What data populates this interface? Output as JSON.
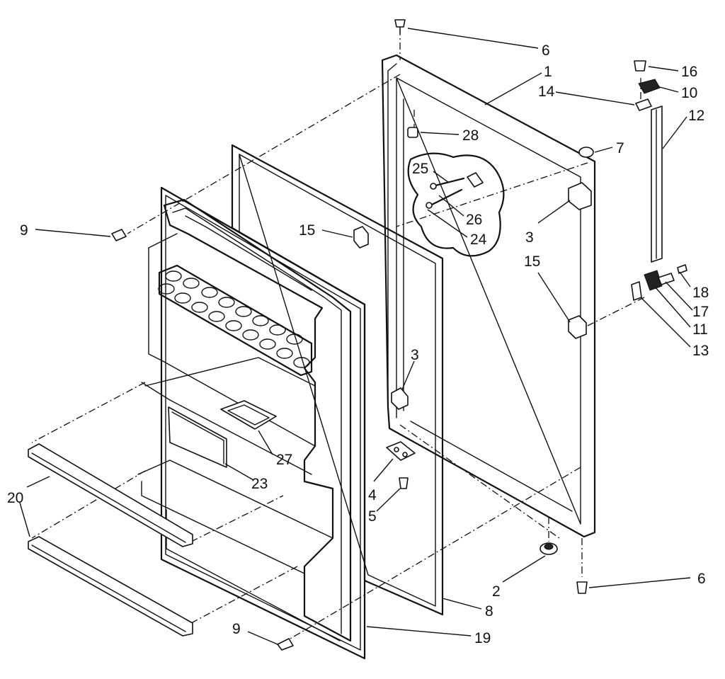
{
  "callouts": [
    {
      "id": "c6a",
      "text": "6"
    },
    {
      "id": "c1",
      "text": "1"
    },
    {
      "id": "c16",
      "text": "16"
    },
    {
      "id": "c10",
      "text": "10"
    },
    {
      "id": "c14",
      "text": "14"
    },
    {
      "id": "c12",
      "text": "12"
    },
    {
      "id": "c28",
      "text": "28"
    },
    {
      "id": "c7",
      "text": "7"
    },
    {
      "id": "c25",
      "text": "25"
    },
    {
      "id": "c26",
      "text": "26"
    },
    {
      "id": "c24",
      "text": "24"
    },
    {
      "id": "c9a",
      "text": "9"
    },
    {
      "id": "c15a",
      "text": "15"
    },
    {
      "id": "c3a",
      "text": "3"
    },
    {
      "id": "c15b",
      "text": "15"
    },
    {
      "id": "c18",
      "text": "18"
    },
    {
      "id": "c17",
      "text": "17"
    },
    {
      "id": "c11",
      "text": "11"
    },
    {
      "id": "c13",
      "text": "13"
    },
    {
      "id": "c3b",
      "text": "3"
    },
    {
      "id": "c27",
      "text": "27"
    },
    {
      "id": "c23",
      "text": "23"
    },
    {
      "id": "c4",
      "text": "4"
    },
    {
      "id": "c5",
      "text": "5"
    },
    {
      "id": "c20",
      "text": "20"
    },
    {
      "id": "c2",
      "text": "2"
    },
    {
      "id": "c6b",
      "text": "6"
    },
    {
      "id": "c8",
      "text": "8"
    },
    {
      "id": "c9b",
      "text": "9"
    },
    {
      "id": "c19",
      "text": "19"
    }
  ]
}
